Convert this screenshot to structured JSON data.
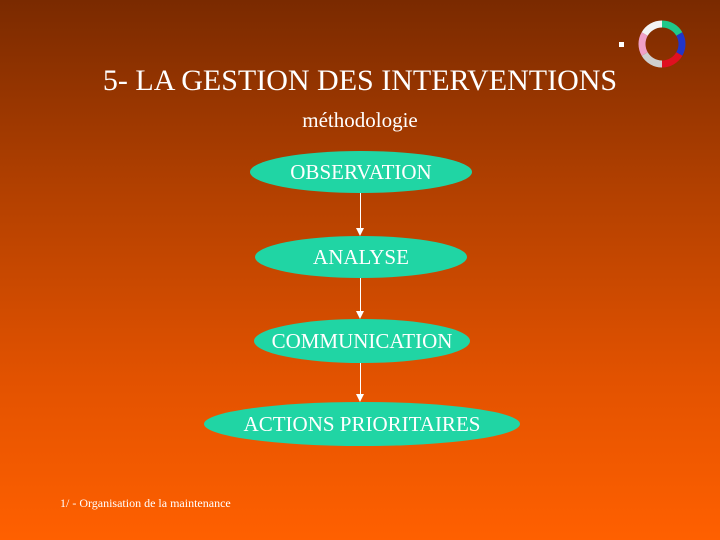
{
  "slide": {
    "title": "5- LA GESTION DES INTERVENTIONS",
    "subtitle": "méthodologie",
    "footer": "1/ - Organisation de la maintenance"
  },
  "flow": {
    "steps": [
      "OBSERVATION",
      "ANALYSE",
      "COMMUNICATION",
      "ACTIONS PRIORITAIRES"
    ],
    "node_color": "#20d5a4",
    "arrow_color": "#ffffff"
  },
  "logo": {
    "icon": "color-ring-logo-icon",
    "ring_colors": [
      "#1fc989",
      "#2235c8",
      "#e01020",
      "#cfcfcf",
      "#f0a0c8",
      "#f4f4f4"
    ]
  },
  "colors": {
    "background_top": "#7a2a00",
    "background_bottom": "#ff6000",
    "text": "#ffffff"
  }
}
